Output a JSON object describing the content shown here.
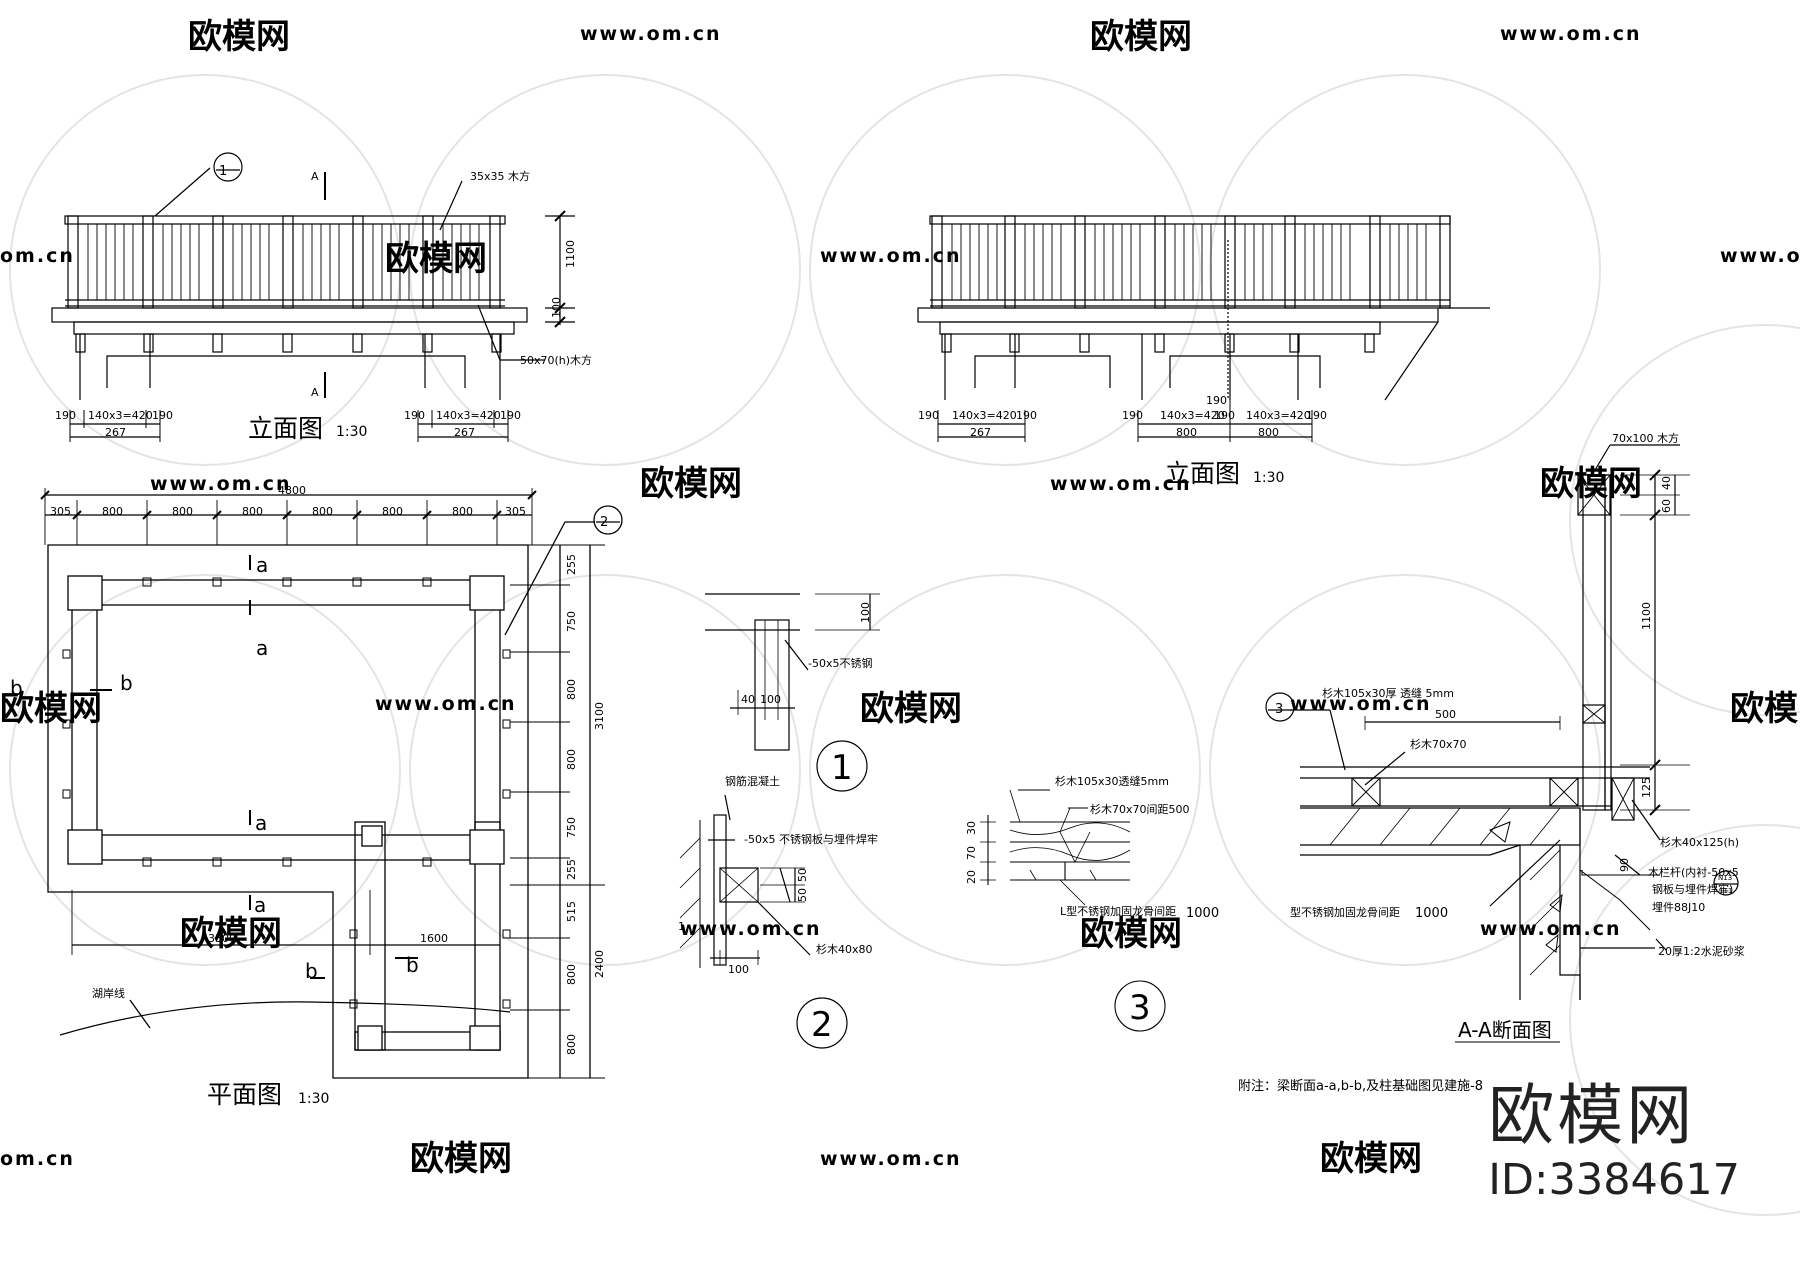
{
  "watermark": {
    "brand": "欧模网",
    "url": "www.om.cn",
    "url_cut": "om.cn"
  },
  "brand_block": {
    "name": "欧模网",
    "id_label": "ID:3384617"
  },
  "elevation_left": {
    "title": "立面图",
    "scale": "1:30",
    "section_mark": "A",
    "detail_ref": "1",
    "post_label": "35x35 木方",
    "beam_label": "50x70(h)木方",
    "dim_height": "1100",
    "dim_base": "100",
    "dim_left": [
      "190",
      "140x3=420",
      "190"
    ],
    "dim_left_total": "267",
    "dim_right": [
      "190",
      "140x3=420",
      "190"
    ],
    "dim_right_total": "267"
  },
  "elevation_right": {
    "title": "立面图",
    "scale": "1:30",
    "dims": [
      "190",
      "140x3=420",
      "190",
      "190",
      "140x3=420",
      "190",
      "190",
      "140x3=420",
      "190"
    ],
    "totals": [
      "267",
      "800",
      "800"
    ]
  },
  "plan": {
    "title": "平面图",
    "scale": "1:30",
    "detail_ref": "2",
    "top_total": "4800",
    "top_dims": [
      "305",
      "800",
      "800",
      "800",
      "800",
      "800",
      "800",
      "305"
    ],
    "right_dims": [
      "255",
      "750",
      "800",
      "800",
      "750",
      "255",
      "515",
      "800",
      "800"
    ],
    "right_total_upper": "3100",
    "right_total_lower": "2400",
    "bottom_dims": [
      "3300",
      "1600"
    ],
    "section_a": "a",
    "section_b": "b",
    "shore_label": "湖岸线"
  },
  "detail1": {
    "ref": "1",
    "dim_top": "100",
    "dims_bottom": [
      "40",
      "100"
    ],
    "plate_label": "-50x5不锈钢"
  },
  "detail2": {
    "ref": "2",
    "concrete_label": "钢筋混凝土",
    "plate_label": "-50x5 不锈钢板与埋件焊牢",
    "dims": [
      "50",
      "50"
    ],
    "dim_bottom": "100",
    "wood_label": "杉木40x80",
    "mark": "1"
  },
  "detail3": {
    "ref": "3",
    "board_label": "杉木105x30透缝5mm",
    "joist_label": "杉木70x70间距500",
    "dims": [
      "30",
      "70",
      "20"
    ],
    "steel_label": "L型不锈钢加固龙骨间距",
    "spacing": "1000"
  },
  "section_aa": {
    "title": "A-A断面图",
    "top_label": "70x100 木方",
    "board_label": "杉木105x30厚 透缝  5mm",
    "joist_label": "杉木70x70",
    "joist_span": "500",
    "detail_ref": "3",
    "dims_right": [
      "40",
      "60",
      "1100",
      "125"
    ],
    "rail_label": "杉木40x125(h)",
    "dim_90": "90",
    "handrail_label": "木栏杆(内衬-50x5",
    "plate_label": "钢板与埋件焊牢)",
    "embed_label": "埋件88J10",
    "circle_ref": [
      "N13",
      "111"
    ],
    "mortar_label": "20厚1:2水泥砂浆",
    "steel_label": "型不锈钢加固龙骨间距",
    "spacing": "1000"
  },
  "footnote": "附注：梁断面a-a,b-b,及柱基础图见建施-8"
}
